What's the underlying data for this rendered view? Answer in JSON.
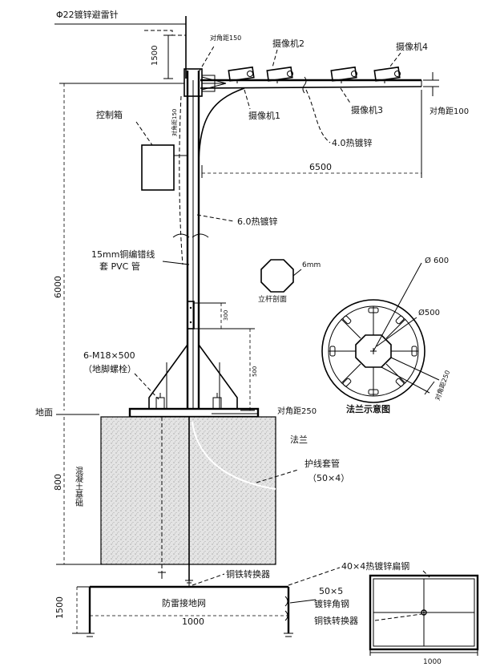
{
  "labels": {
    "lightning_rod": "Φ22镀锌避雷针",
    "dim_1500_top": "1500",
    "diag_150_top": "对角距150",
    "diag_150_side": "对角距150",
    "camera1": "摄像机1",
    "camera2": "摄像机2",
    "camera3": "摄像机3",
    "camera4": "摄像机4",
    "diag_100": "对角距100",
    "arm_galv": "4.0热镀锌",
    "arm_length": "6500",
    "control_box": "控制箱",
    "pole_galv": "6.0热镀锌",
    "copper_wire_1": "15mm铜编错线",
    "copper_wire_2": "套 PVC 管",
    "section_size": "6mm",
    "section_label": "立杆剖面",
    "dim_6000": "6000",
    "dim_300": "300",
    "dim_500": "500",
    "bolts_1": "6-M18×500",
    "bolts_2": "（地脚螺栓）",
    "ground": "地面",
    "diag_250": "对角距250",
    "flange": "法兰",
    "flange_d600": "Ø 600",
    "flange_d500": "Ø500",
    "flange_diag": "对角距250",
    "flange_title": "法兰示意图",
    "conduit_1": "护线套管",
    "conduit_2": "（50×4）",
    "dim_800": "800",
    "foundation": "混凝土基础",
    "flat_steel": "40×4热镀锌扁钢",
    "cu_fe_1": "铜铁转换器",
    "angle_1": "50×5",
    "angle_2": "镀锌角钢",
    "grounding_grid": "防雷接地网",
    "dim_1500_bottom": "1500",
    "dim_1000_left": "1000",
    "cu_fe_2": "铜铁转换器",
    "dim_1000_right": "1000"
  },
  "colors": {
    "line": "#000000",
    "concrete": "#dcdcdc",
    "background": "#ffffff"
  }
}
